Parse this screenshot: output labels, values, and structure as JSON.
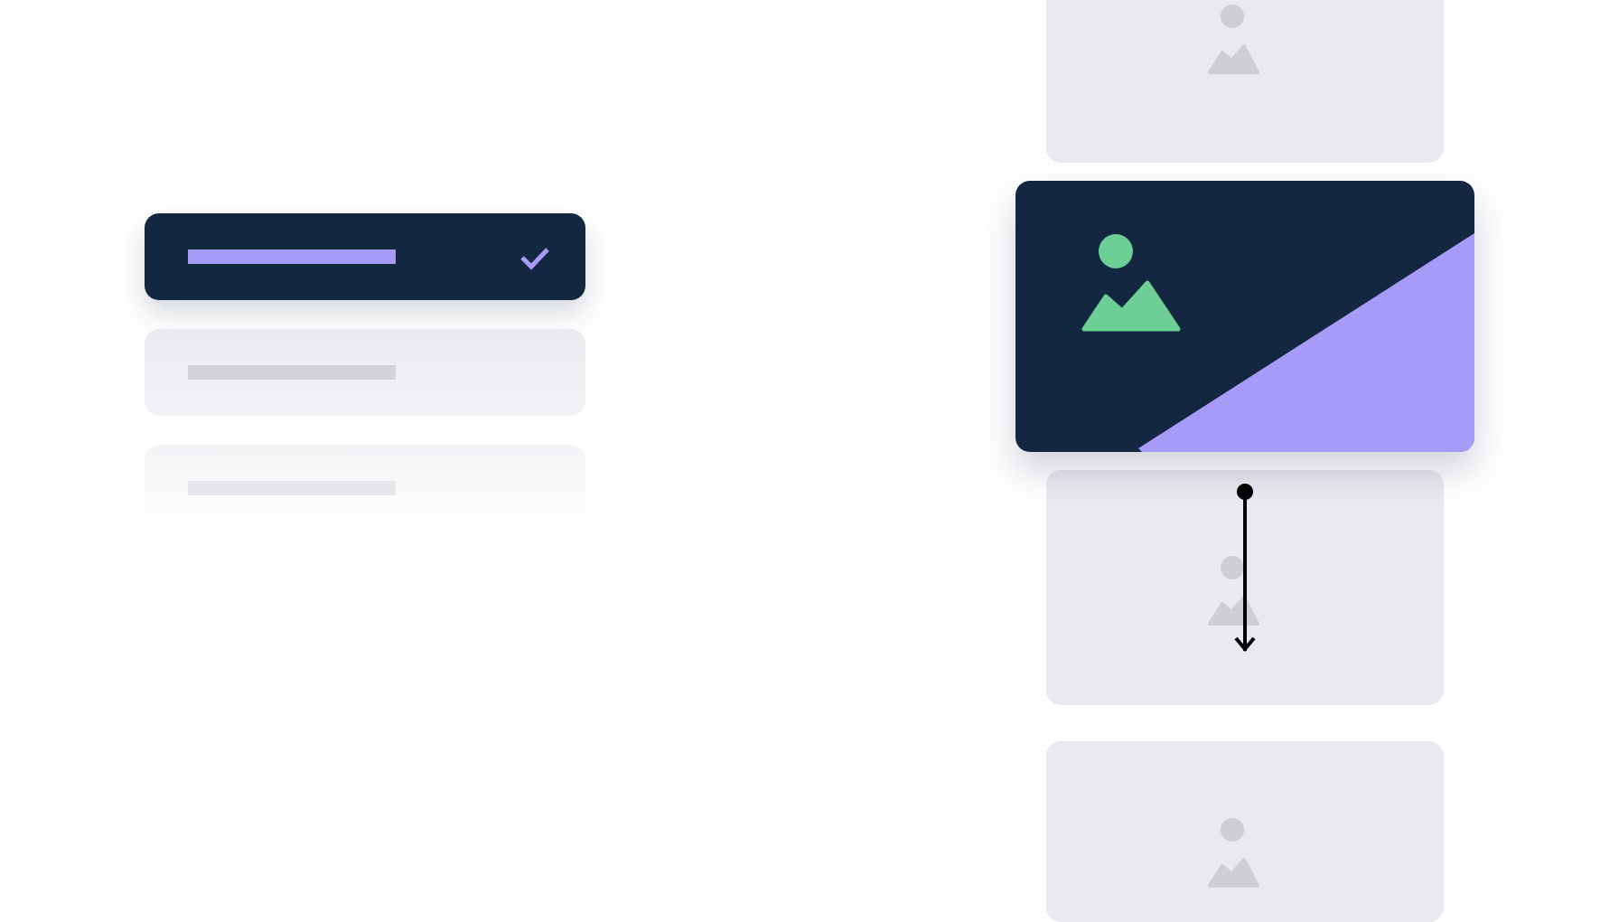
{
  "colors": {
    "background": "#ffffff",
    "navy": "#132840",
    "accent_purple": "#a79bf8",
    "accent_green": "#6dcf96",
    "placeholder_bg": "#eae9ef",
    "placeholder_icon": "#cfced4",
    "arrow": "#000000"
  },
  "list": {
    "items": [
      {
        "state": "selected",
        "icon": "check-icon"
      },
      {
        "state": "default"
      },
      {
        "state": "faded"
      }
    ]
  },
  "gallery": {
    "cards": [
      {
        "state": "placeholder",
        "icon": "image-placeholder-icon"
      },
      {
        "state": "active",
        "icon": "image-icon"
      },
      {
        "state": "placeholder",
        "icon": "image-placeholder-icon"
      },
      {
        "state": "placeholder",
        "icon": "image-placeholder-icon"
      }
    ],
    "gesture": {
      "type": "drag",
      "direction": "down",
      "icon": "arrow-down-icon"
    }
  }
}
